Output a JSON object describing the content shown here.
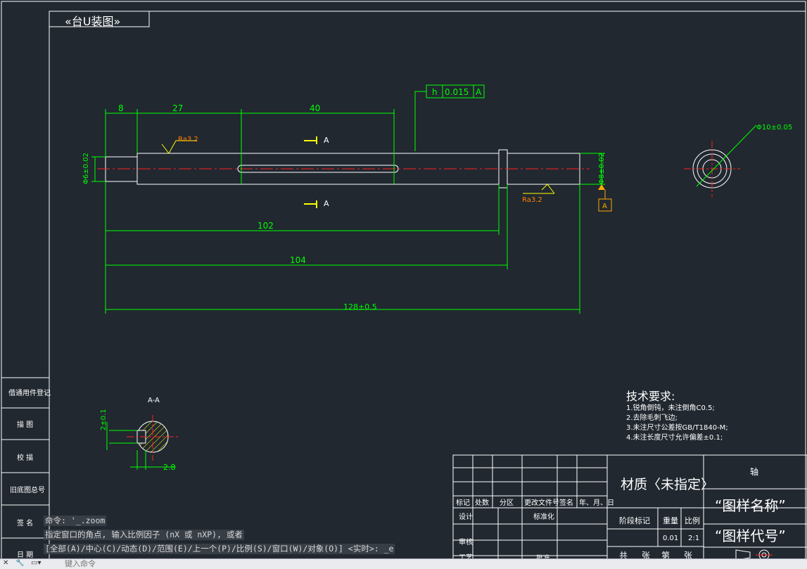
{
  "drawing": {
    "corner_title": "«台U装图»",
    "tolerance_frame": {
      "symbol": "h",
      "value": "0.015",
      "datum": "A"
    },
    "dimensions": {
      "d8": "8",
      "d27": "27",
      "d40": "40",
      "d102": "102",
      "d104": "104",
      "d128": "128±0.5",
      "dia_left": "Φ6±0.02",
      "dia_right": "Φ8±0.02",
      "dia_circle": "Φ10±0.05",
      "section_2": "2±0.1",
      "section_28": "2.8"
    },
    "roughness_1": "Ra3.2",
    "roughness_2": "Ra3.2",
    "section_mark": "A",
    "section_mark_2": "A",
    "datum_label": "A",
    "section_title": "A-A"
  },
  "tech_requirements": {
    "heading": "技术要求:",
    "items": [
      "1.锐角倒钝，未注倒角C0.5;",
      "2.去除毛刺飞边;",
      "3.未注尺寸公差按GB/T1840-M;",
      "4.未注长度尺寸允许偏差±0.1;"
    ]
  },
  "side_table": {
    "rows": [
      "借通用件登记",
      "描  图",
      "校  描",
      "旧底图总号",
      "签  名",
      "日  期"
    ]
  },
  "title_block": {
    "material": "材质〈未指定〉",
    "part_label": "轴",
    "drawing_name": "“图样名称”",
    "drawing_code": "“图样代号”",
    "headers": [
      "标记",
      "处数",
      "分区",
      "更改文件号",
      "签名",
      "年、月、日"
    ],
    "design": "设计",
    "standardize": "标准化",
    "review": "审核",
    "process": "工艺",
    "approve": "批准",
    "stage": "阶段标记",
    "weight_label": "重量",
    "scale_label": "比例",
    "weight": "0.01",
    "scale": "2:1",
    "sheets": [
      "共",
      "张",
      "第",
      "张"
    ]
  },
  "command": {
    "line1": "命令: '_.zoom",
    "line2": "指定窗口的角点, 输入比例因子 (nX 或 nXP), 或者",
    "line3": "[全部(A)/中心(C)/动态(D)/范围(E)/上一个(P)/比例(S)/窗口(W)/对象(O)] <实时>: _e",
    "placeholder": "键入命令"
  },
  "colors": {
    "background": "#212830",
    "frame": "#ffffff",
    "dimension": "#00ff00",
    "centerline": "#ff2020",
    "annotation": "#ffff00",
    "roughness": "#ff8000"
  }
}
